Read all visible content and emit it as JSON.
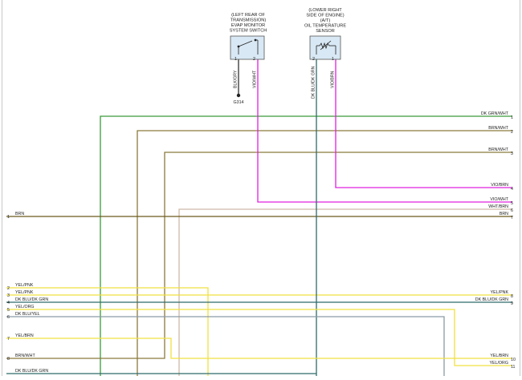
{
  "colors": {
    "green": "#3a9a3a",
    "olive": "#8b7a3c",
    "magenta": "#e020e0",
    "tan": "#cdb9a6",
    "brown": "#6b5a1c",
    "yellow": "#f0e040",
    "teal": "#2e6b6b",
    "gray": "#8a9aa6",
    "component_fill": "#d8e8f4",
    "border": "#c8c8c8"
  },
  "components": {
    "evap_switch": {
      "caption": [
        "(LEFT REAR OF",
        "TRANSMISSION)",
        "EVAP MONITOR",
        "SYSTEM SWITCH"
      ],
      "pin1": "1",
      "pin2": "2",
      "icon": "switch-icon"
    },
    "oil_sensor": {
      "caption": [
        "(LOWER RIGHT",
        "SIDE OF ENGINE)",
        "(A/T)",
        "OIL TEMPERATURE",
        "SENSOR"
      ],
      "pin1": "2",
      "pin2": "1",
      "icon": "thermistor-icon"
    },
    "ground": {
      "label": "G314",
      "wire": "BLK/GRY",
      "icon": "ground-icon"
    }
  },
  "vertical_labels": {
    "evap_pin1": "BLK/GRY",
    "evap_pin2": "VIO/WHT",
    "sensor_pin2": "DK BLU/DK GRN",
    "sensor_pin1": "VIO/BRN"
  },
  "left_connector": [
    {
      "pin": "1",
      "label": "BRN"
    },
    {
      "pin": "2",
      "label": "YEL/PNK"
    },
    {
      "pin": "3",
      "label": "YEL/PNK"
    },
    {
      "pin": "4",
      "label": "DK BLU/DK GRN"
    },
    {
      "pin": "5",
      "label": "YEL/ORG"
    },
    {
      "pin": "6",
      "label": "DK BLU/YEL"
    },
    {
      "pin": "7",
      "label": "YEL/BRN"
    },
    {
      "pin": "8",
      "label": "BRN/WHT"
    },
    {
      "pin": "",
      "label": "DK BLU/DK GRN"
    }
  ],
  "right_connector": [
    {
      "pin": "1",
      "label": "DK GRN/WHT"
    },
    {
      "pin": "2",
      "label": "BRN/WHT"
    },
    {
      "pin": "3",
      "label": "BRN/WHT"
    },
    {
      "pin": "4",
      "label": "VIO/BRN"
    },
    {
      "pin": "5",
      "label": "VIO/WHT"
    },
    {
      "pin": "6",
      "label": "WHT/BRN"
    },
    {
      "pin": "7",
      "label": "BRN"
    },
    {
      "pin": "8",
      "label": "YEL/PNK"
    },
    {
      "pin": "9",
      "label": "DK BLU/DK GRN"
    },
    {
      "pin": "10",
      "label": "YEL/BRN"
    },
    {
      "pin": "11",
      "label": "YEL/ORG"
    }
  ]
}
